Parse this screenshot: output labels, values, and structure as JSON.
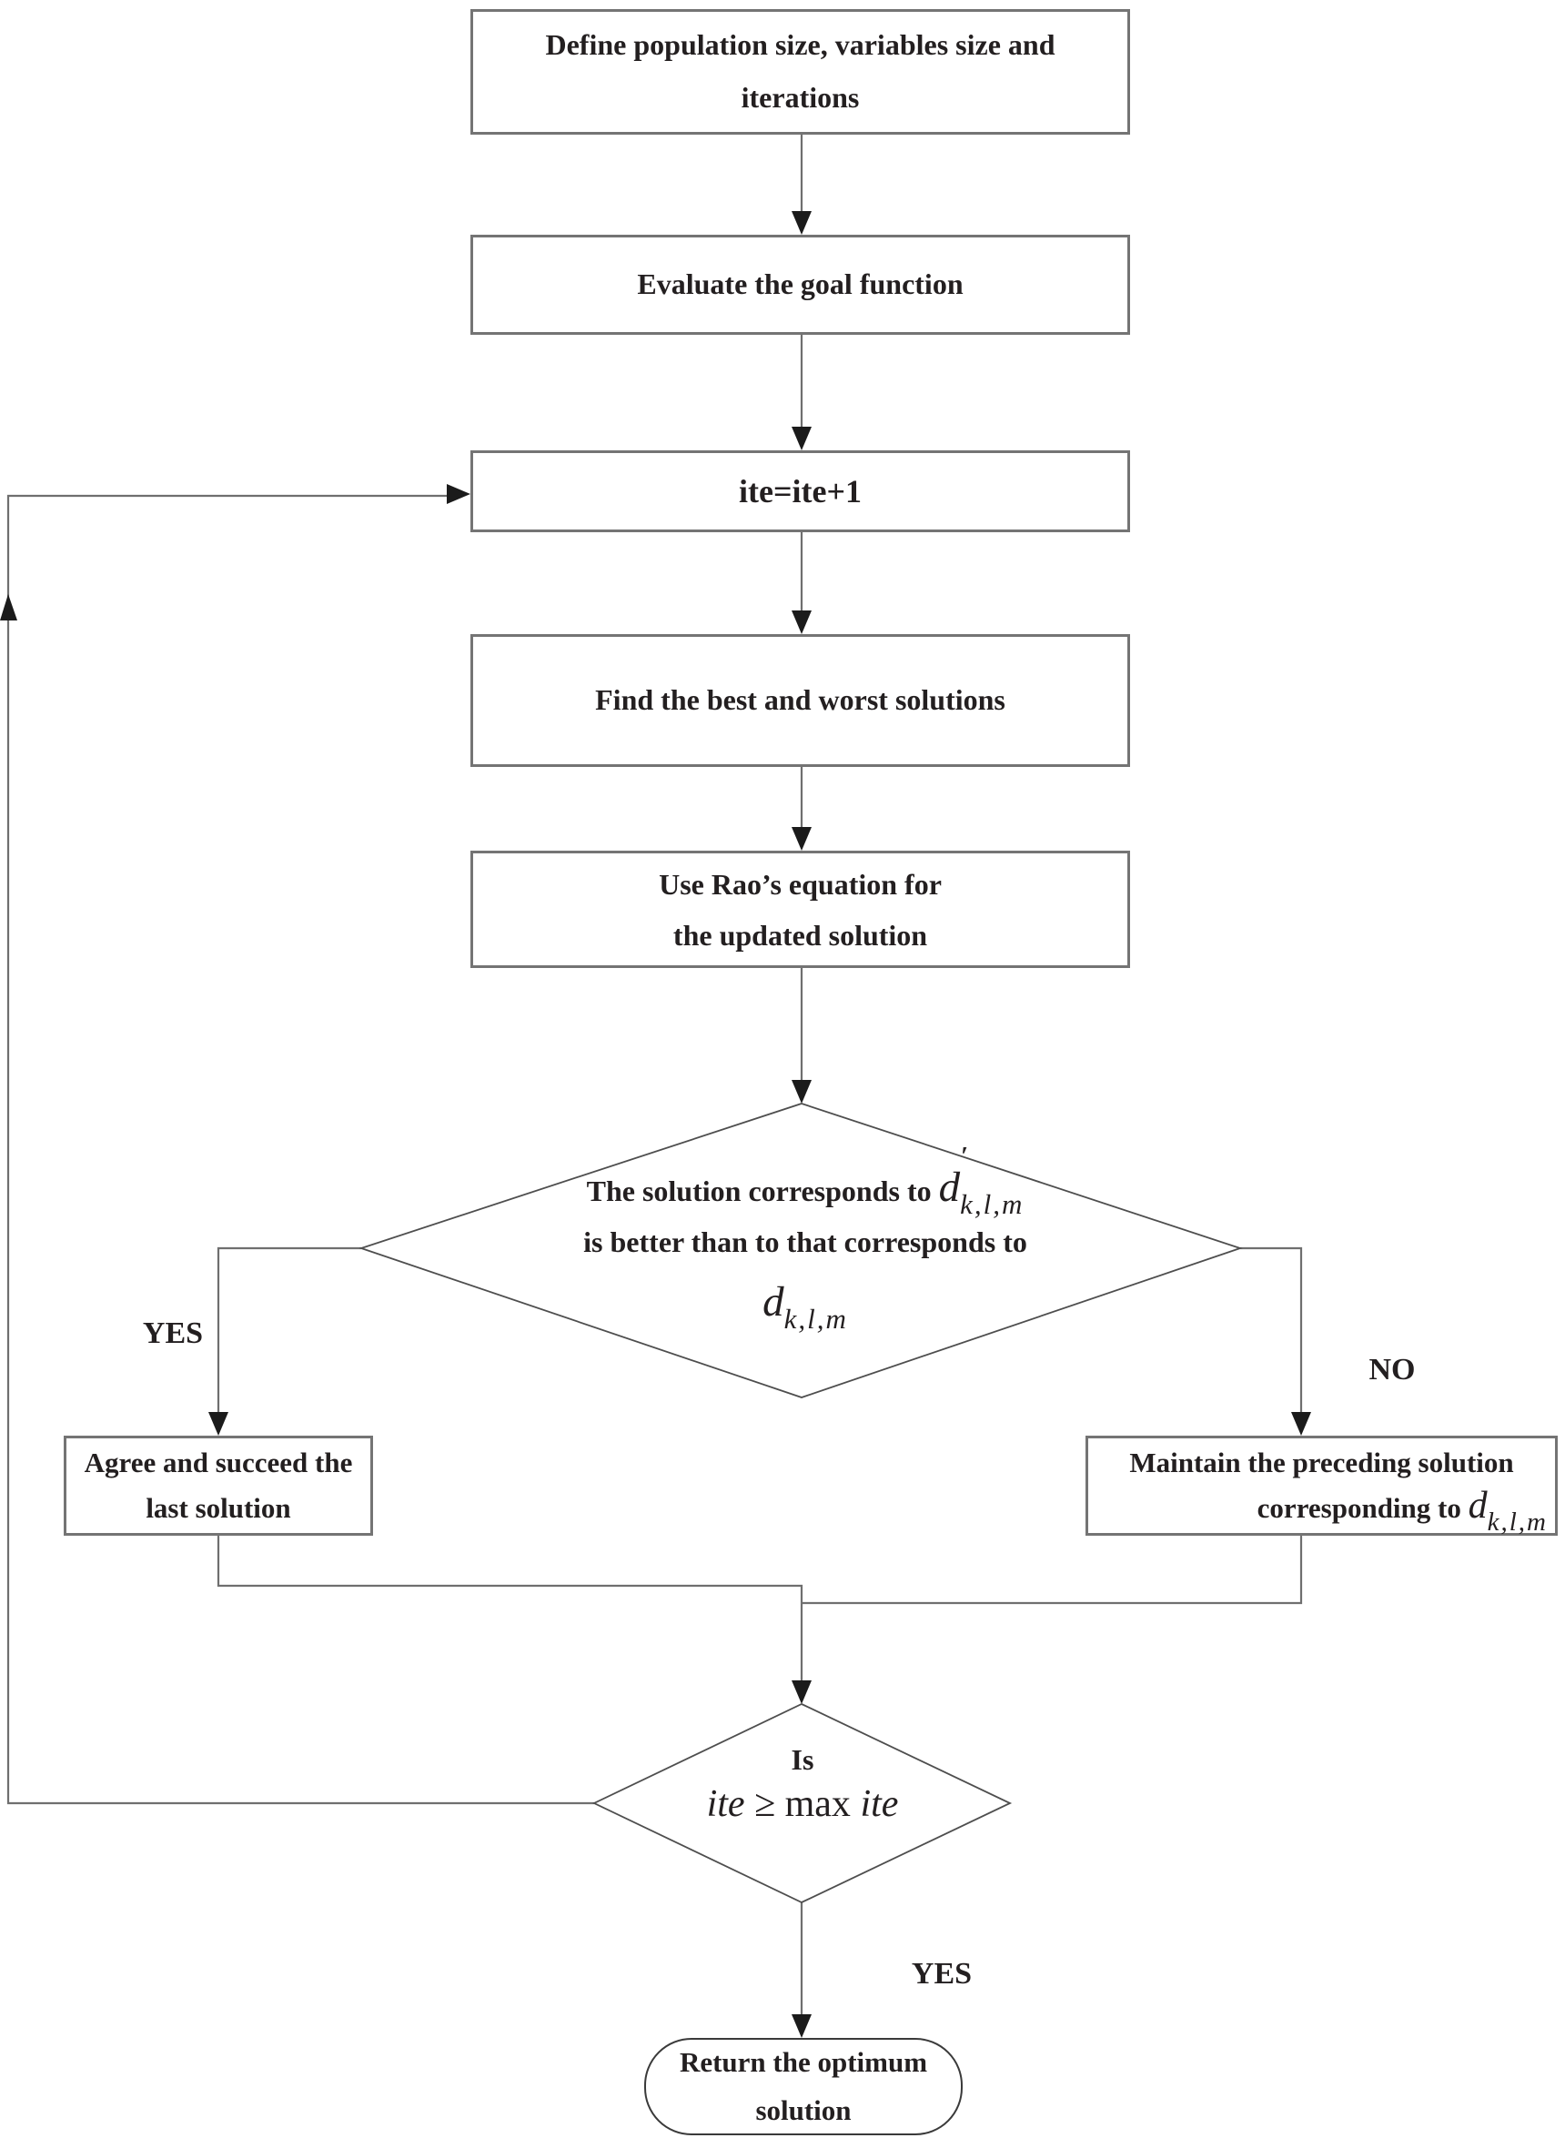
{
  "flowchart": {
    "nodes": {
      "define": {
        "line1": "Define population size, variables size and",
        "line2": "iterations"
      },
      "evaluate": {
        "label": "Evaluate the goal function"
      },
      "iterate": {
        "label": "ite=ite+1"
      },
      "find_best": {
        "label": "Find the best and worst solutions"
      },
      "rao": {
        "line1": "Use Rao’s equation for",
        "line2": "the updated solution"
      },
      "agree": {
        "line1": "Agree and succeed the",
        "line2": "last solution"
      },
      "maintain": {
        "line1": "Maintain the preceding solution",
        "line2_text": "corresponding to ",
        "line2_symbol": "d",
        "line2_subscript": "k,l,m"
      },
      "terminator": {
        "line1": "Return the optimum",
        "line2": "solution"
      }
    },
    "decision_compare": {
      "line1_text": "The solution corresponds to ",
      "line1_symbol": "d",
      "line1_prime": "′",
      "line1_subscript": "k,l,m",
      "line2": "is better than to that corresponds to",
      "line3_symbol": "d",
      "line3_subscript": "k,l,m"
    },
    "decision_stop": {
      "line1": "Is",
      "ite1": "ite",
      "op": "≥",
      "max": "max",
      "ite2": "ite"
    },
    "edge_labels": {
      "yes_compare": "YES",
      "no_compare": "NO",
      "yes_stop": "YES"
    },
    "colors": {
      "background": "#ffffff",
      "wire": "#6f6f6f",
      "box_border": "#747474",
      "diamond_stroke": "#4e4e4e",
      "terminator_border": "#3a3a3a",
      "arrowhead": "#1b1b1b",
      "text": "#231f20"
    }
  }
}
